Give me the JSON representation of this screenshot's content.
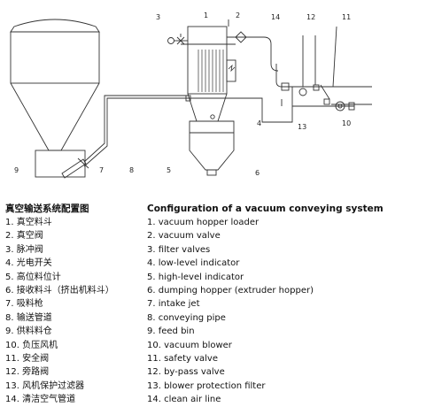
{
  "diagram": {
    "callouts": [
      {
        "id": "c1",
        "text": "1"
      },
      {
        "id": "c2",
        "text": "2"
      },
      {
        "id": "c3",
        "text": "3"
      },
      {
        "id": "c4",
        "text": "4"
      },
      {
        "id": "c5",
        "text": "5"
      },
      {
        "id": "c6",
        "text": "6"
      },
      {
        "id": "c7",
        "text": "7"
      },
      {
        "id": "c8",
        "text": "8"
      },
      {
        "id": "c9",
        "text": "9"
      },
      {
        "id": "c10",
        "text": "10"
      },
      {
        "id": "c11",
        "text": "11"
      },
      {
        "id": "c12",
        "text": "12"
      },
      {
        "id": "c13",
        "text": "13"
      },
      {
        "id": "c14",
        "text": "14"
      }
    ]
  },
  "legend_cn": {
    "title": "真空输送系统配置图",
    "items": [
      "1. 真空料斗",
      "2. 真空阀",
      "3. 脉冲阀",
      "4. 光电开关",
      "5. 高位料位计",
      "6. 接收料斗（挤出机料斗）",
      "7. 吸料枪",
      "8. 输送管道",
      "9. 供料料仓",
      "10. 负压风机",
      "11. 安全阀",
      "12. 旁路阀",
      "13. 风机保护过滤器",
      "14. 清洁空气管道"
    ]
  },
  "legend_en": {
    "title": "Configuration of a vacuum conveying system",
    "items": [
      "1. vacuum hopper loader",
      "2. vacuum valve",
      "3. filter valves",
      "4. low-level indicator",
      "5. high-level indicator",
      "6. dumping hopper (extruder hopper)",
      "7. intake jet",
      "8. conveying pipe",
      "9. feed bin",
      "10. vacuum blower",
      "11. safety valve",
      "12. by-pass valve",
      "13. blower protection filter",
      "14. clean air line"
    ]
  }
}
